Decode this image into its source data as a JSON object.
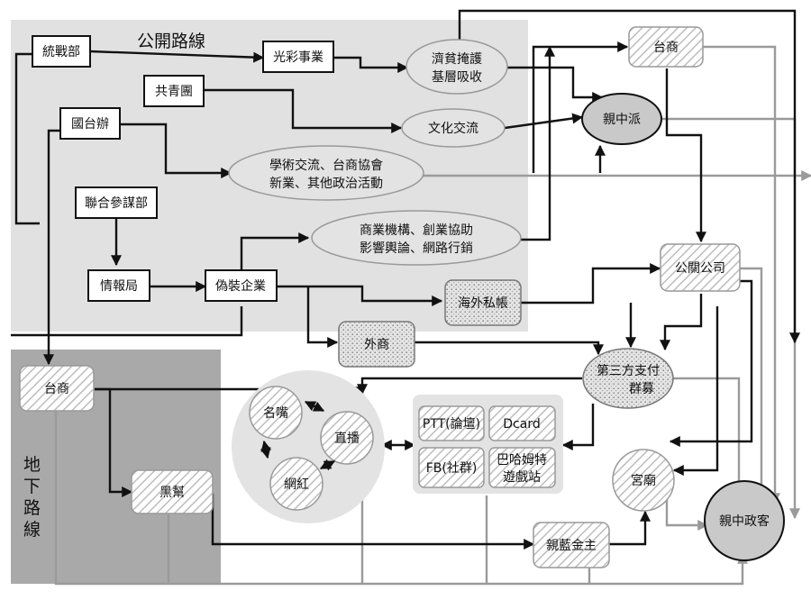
{
  "regions": {
    "public_route": "公開路線",
    "underground_route": [
      "地",
      "下",
      "路",
      "線"
    ]
  },
  "nodes": {
    "tongzhanbu": "統戰部",
    "guangcai": "光彩事業",
    "jipin": [
      "濟貧掩護",
      "基層吸收"
    ],
    "gongqingtuan": "共青團",
    "wenhua": "文化交流",
    "guotaiban": "國台辦",
    "xueshu": [
      "學術交流、台商協會",
      "新業、其他政治活動"
    ],
    "lianhe": "聯合參謀部",
    "qingbao": "情報局",
    "weizhuang": "偽裝企業",
    "shangye": [
      "商業機構、創業協助",
      "影響輿論、網路行銷"
    ],
    "haiwai": "海外私帳",
    "waishang": "外商",
    "taishang_top": "台商",
    "qinzhongpai": "親中派",
    "gongguan": "公關公司",
    "disanfang": [
      "第三方支付",
      "群募"
    ],
    "gongmiao": "宮廟",
    "qinzhong_politician": "親中政客",
    "taishang_left": "台商",
    "heibang": "黑幫",
    "qinlan": "親藍金主",
    "mingzui": "名嘴",
    "zhibo": "直播",
    "wanghong": "網紅",
    "ptt": "PTT(論壇)",
    "dcard": "Dcard",
    "fb": "FB(社群)",
    "bahamut": [
      "巴哈姆特",
      "遊戲站"
    ]
  },
  "colors": {
    "region_public": "#e1e1e1",
    "region_underground": "#a9a9a9",
    "arrow_black": "#111111",
    "arrow_gray": "#9a9a9a",
    "node_gray": "#c9c9c9"
  }
}
